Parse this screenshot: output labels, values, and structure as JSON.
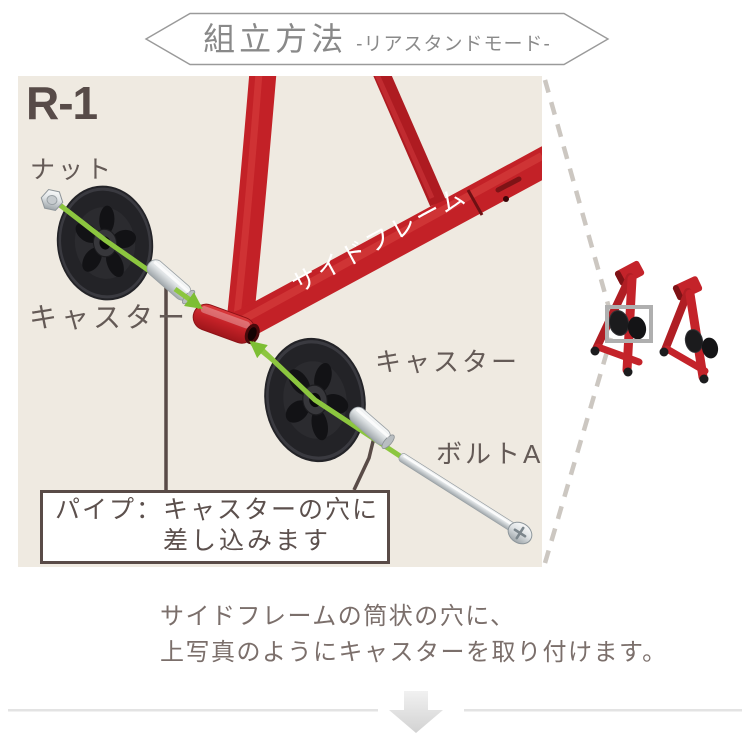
{
  "header": {
    "title": "組立方法",
    "subtitle": "-リアスタンドモード-"
  },
  "diagram": {
    "step_label": "R-1",
    "frame_label": "サイドフレーム",
    "labels": {
      "nut": "ナット",
      "caster_left": "キャスター",
      "caster_right": "キャスター",
      "bolt_a": "ボルトA"
    },
    "callout": {
      "line1": "パイプ：キャスターの穴に",
      "line2": "差し込みます"
    }
  },
  "caption": {
    "line1": "サイドフレームの筒状の穴に、",
    "line2": "上写真のようにキャスターを取り付けます。"
  },
  "icons": {
    "down_arrow": "down-arrow",
    "zoom_region_box": "magnifier-rectangle",
    "green_arrows": "insert-direction-arrows"
  },
  "colors": {
    "photo_background": "#EFEAE1",
    "frame_red": "#C32127",
    "arrow_green": "#86C331",
    "callout_border": "#594B47",
    "label_text": "#645A56",
    "caption_text": "#7B6F6B",
    "header_text": "#898989",
    "dashed_line": "#CCC7C1",
    "divider": "#E3E3E3"
  }
}
